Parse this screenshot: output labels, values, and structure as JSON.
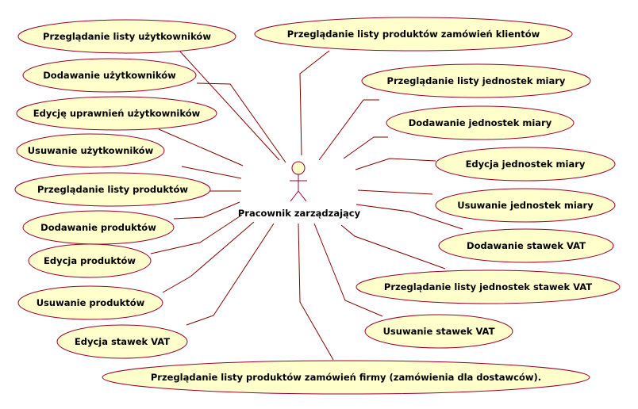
{
  "diagram": {
    "actor": {
      "label": "Pracownik zarządzający"
    },
    "use_cases": [
      {
        "id": "uc1",
        "label": "Przeglądanie listy użytkowników"
      },
      {
        "id": "uc2",
        "label": "Dodawanie użytkowników"
      },
      {
        "id": "uc3",
        "label": "Edycję uprawnień użytkowników"
      },
      {
        "id": "uc4",
        "label": "Usuwanie użytkowników"
      },
      {
        "id": "uc5",
        "label": "Przeglądanie listy produktów"
      },
      {
        "id": "uc6",
        "label": "Dodawanie produktów"
      },
      {
        "id": "uc7",
        "label": "Edycja produktów"
      },
      {
        "id": "uc8",
        "label": "Usuwanie produktów"
      },
      {
        "id": "uc9",
        "label": "Edycja stawek VAT"
      },
      {
        "id": "uc10",
        "label": "Przeglądanie listy produktów zamówień klientów"
      },
      {
        "id": "uc11",
        "label": "Przeglądanie listy jednostek miary"
      },
      {
        "id": "uc12",
        "label": "Dodawanie jednostek miary"
      },
      {
        "id": "uc13",
        "label": "Edycja jednostek miary"
      },
      {
        "id": "uc14",
        "label": "Usuwanie jednostek miary"
      },
      {
        "id": "uc15",
        "label": "Dodawanie stawek VAT"
      },
      {
        "id": "uc16",
        "label": "Przeglądanie listy jednostek stawek VAT"
      },
      {
        "id": "uc17",
        "label": "Usuwanie stawek VAT"
      },
      {
        "id": "uc18",
        "label": "Przeglądanie listy produktów zamówień firmy (zamówienia dla dostawców)."
      }
    ]
  },
  "colors": {
    "ellipse_fill": "#ffffcc",
    "ellipse_stroke": "#990033",
    "line": "#800000",
    "actor_fill": "#ffffcc",
    "actor_stroke": "#990033",
    "text": "#000000"
  }
}
